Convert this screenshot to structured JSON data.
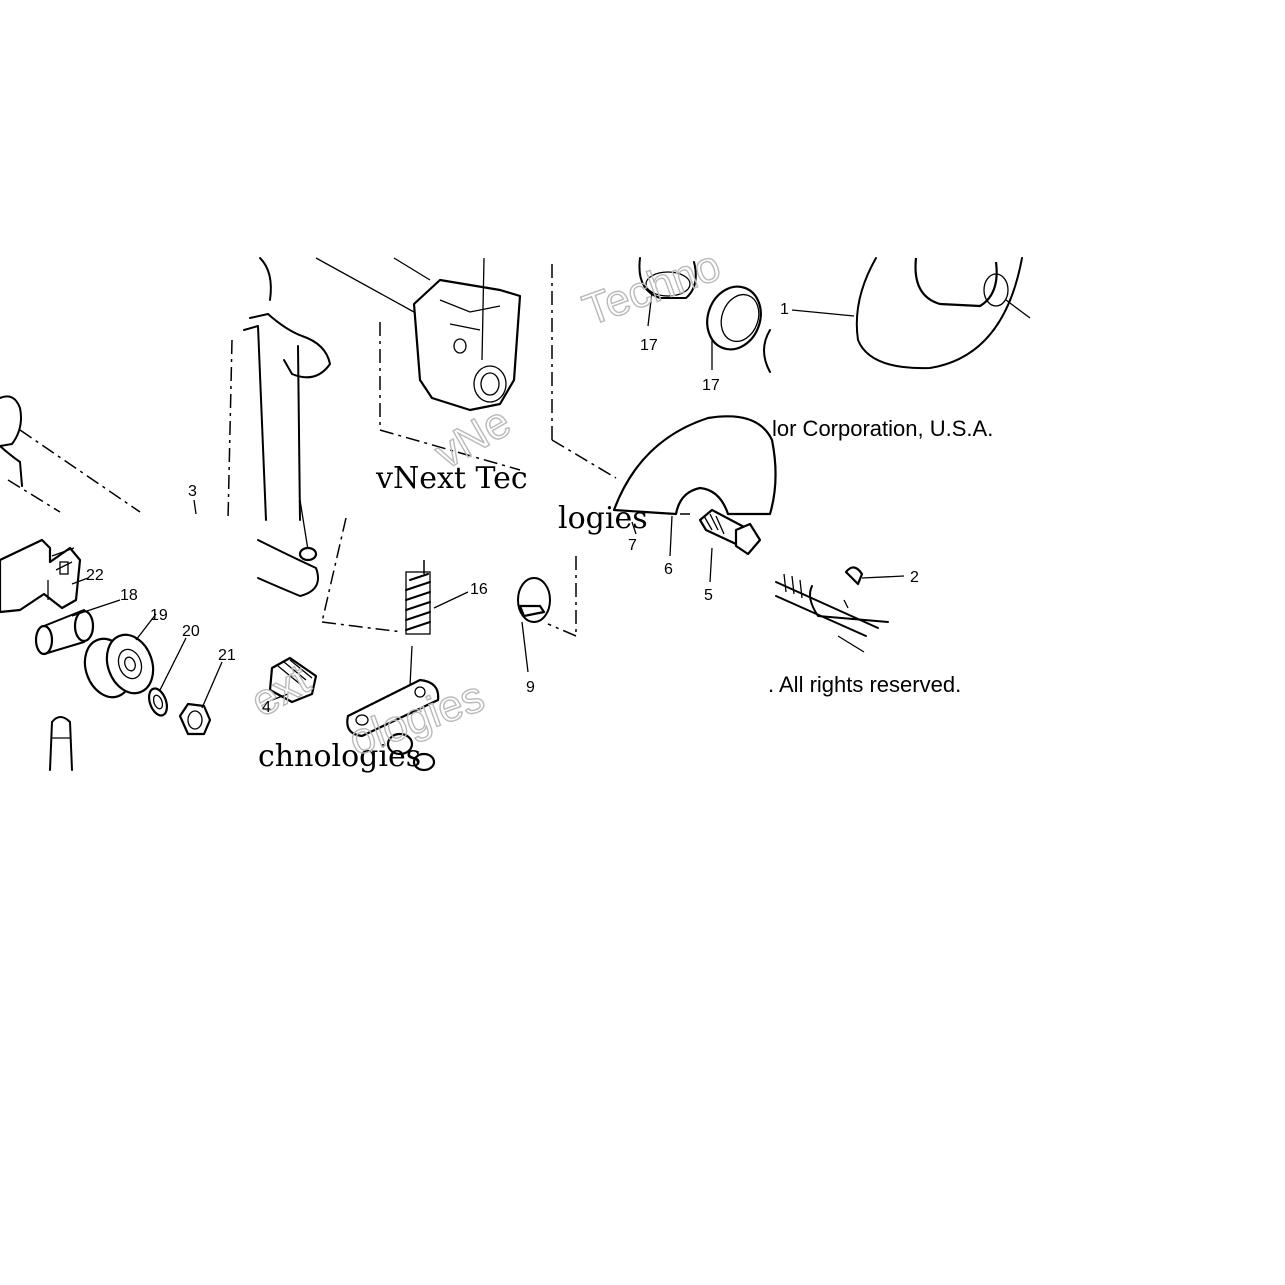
{
  "callouts": [
    {
      "id": "c1",
      "text": "1"
    },
    {
      "id": "c2",
      "text": "2"
    },
    {
      "id": "c3",
      "text": "3"
    },
    {
      "id": "c4",
      "text": "4"
    },
    {
      "id": "c5",
      "text": "5"
    },
    {
      "id": "c6",
      "text": "6"
    },
    {
      "id": "c7",
      "text": "7"
    },
    {
      "id": "c9",
      "text": "9"
    },
    {
      "id": "c16",
      "text": "16"
    },
    {
      "id": "c17a",
      "text": "17"
    },
    {
      "id": "c17b",
      "text": "17"
    },
    {
      "id": "c18",
      "text": "18"
    },
    {
      "id": "c19",
      "text": "19"
    },
    {
      "id": "c20",
      "text": "20"
    },
    {
      "id": "c21",
      "text": "21"
    },
    {
      "id": "c22",
      "text": "22"
    }
  ],
  "notices": {
    "corporation": "lor Corporation, U.S.A.",
    "rights": ". All rights reserved."
  },
  "watermarks": {
    "serif_line": "vNext Tec",
    "serif_fragment": "logies",
    "serif_bottom": "chnologies",
    "outline_top": "Techno",
    "outline_mid": "vNe",
    "outline_left": "ext",
    "outline_bottom": "ologies"
  }
}
